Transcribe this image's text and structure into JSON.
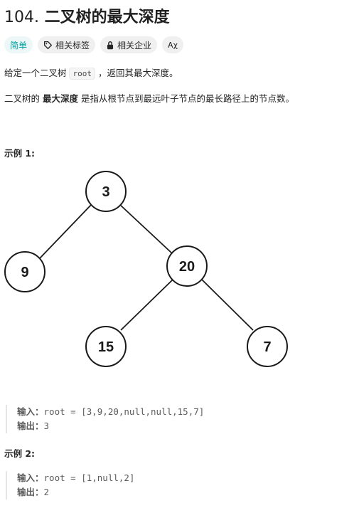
{
  "problem": {
    "number": "104.",
    "title": "二叉树的最大深度"
  },
  "tags": {
    "difficulty": "简单",
    "related_tags": "相关标签",
    "related_companies": "相关企业",
    "translate_icon_text": "Aχ"
  },
  "description": {
    "p1_before": "给定一个二叉树 ",
    "p1_code": "root",
    "p1_after": " ，返回其最大深度。",
    "p2_before": "二叉树的 ",
    "p2_bold": "最大深度",
    "p2_after": " 是指从根节点到最远叶子节点的最长路径上的节点数。"
  },
  "example1": {
    "title": "示例 1:",
    "input_label": "输入：",
    "input_value": "root = [3,9,20,null,null,15,7]",
    "output_label": "输出：",
    "output_value": "3",
    "tree_nodes": [
      "3",
      "9",
      "20",
      "15",
      "7"
    ]
  },
  "example2": {
    "title": "示例 2:",
    "input_label": "输入：",
    "input_value": "root = [1,null,2]",
    "output_label": "输出：",
    "output_value": "2"
  }
}
